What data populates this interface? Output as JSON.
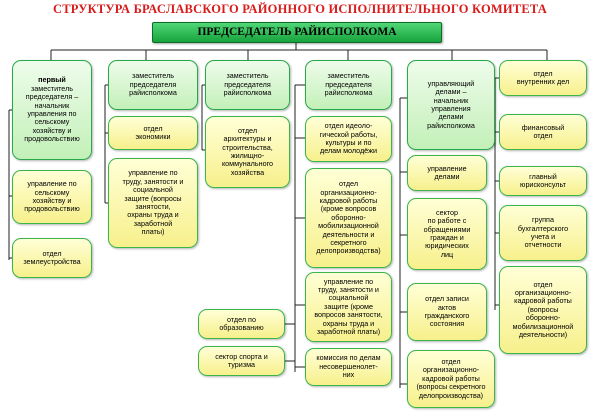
{
  "title": "СТРУКТУРА БРАСЛАВСКОГО РАЙОННОГО ИСПОЛНИТЕЛЬНОГО КОМИТЕТА",
  "chairman": "ПРЕДСЕДАТЕЛЬ РАЙИСПОЛКОМА",
  "col1": {
    "head_first": "первый",
    "head_rest": "заместитель\nпредседателя –\nначальник\nуправления по\nсельскому\nхозяйству и\nпродовольствию",
    "items": [
      "управление по\nсельскому\nхозяйству и\nпродовольствию",
      "отдел\nземлеустройства"
    ]
  },
  "col2": {
    "head": "заместитель\nпредседателя\nрайисполкома",
    "items": [
      "отдел\nэкономики",
      "управление по\nтруду, занятости и\nсоциальной\nзащите (вопросы\nзанятости,\nохраны труда и\nзаработной\nплаты)"
    ]
  },
  "col3": {
    "head": "заместитель\nпредседателя\nрайисполкома",
    "items": [
      "отдел\nархитектуры и\nстроительства,\nжилищно-\nкоммунального\nхозяйства",
      "отдел по\nобразованию",
      "сектор спорта и\nтуризма"
    ]
  },
  "col4": {
    "head": "заместитель\nпредседателя\nрайисполкома",
    "items": [
      "отдел идеоло-\nгической работы,\nкультуры и по\nделам молодёжи",
      "отдел\nорганизационно-\nкадровой работы\n(кроме вопросов\nоборонно-\nмобилизационной\nдеятельности и\nсекретного\nделопроизводства)",
      "управление по\nтруду, занятости и\nсоциальной\nзащите (кроме\nвопросов занятости,\nохраны труда и\nзаработной платы)",
      "комиссия по делам\nнесовершенолет-\nних"
    ]
  },
  "col5": {
    "head": "управляющий\nделами –\nначальник\nуправления\nделами\nрайисполкома",
    "items": [
      "управление\nделами",
      "сектор\nпо работе с\nобращениями\nграждан и\nюридических\nлиц",
      "отдел записи\nактов\nгражданского\nсостояния",
      "отдел\nорганизационно-\nкадровой работы\n(вопросы секретного\nделопроизводства)"
    ]
  },
  "col6": {
    "items": [
      "отдел\nвнутренних дел",
      "финансовый\nотдел",
      "главный\nюрисконсульт",
      "группа\nбухгалтерского\nучета и\nотчетности",
      "отдел\nорганизационно-\nкадровой работы\n(вопросы\nоборонно-\nмобилизационной\nдеятельности)"
    ]
  },
  "colors": {
    "title": "#d81c1c",
    "chair": "#1fae45",
    "lines": "#222222",
    "green_border": "#29a84a",
    "yellow_fill": "#f7f08c"
  }
}
